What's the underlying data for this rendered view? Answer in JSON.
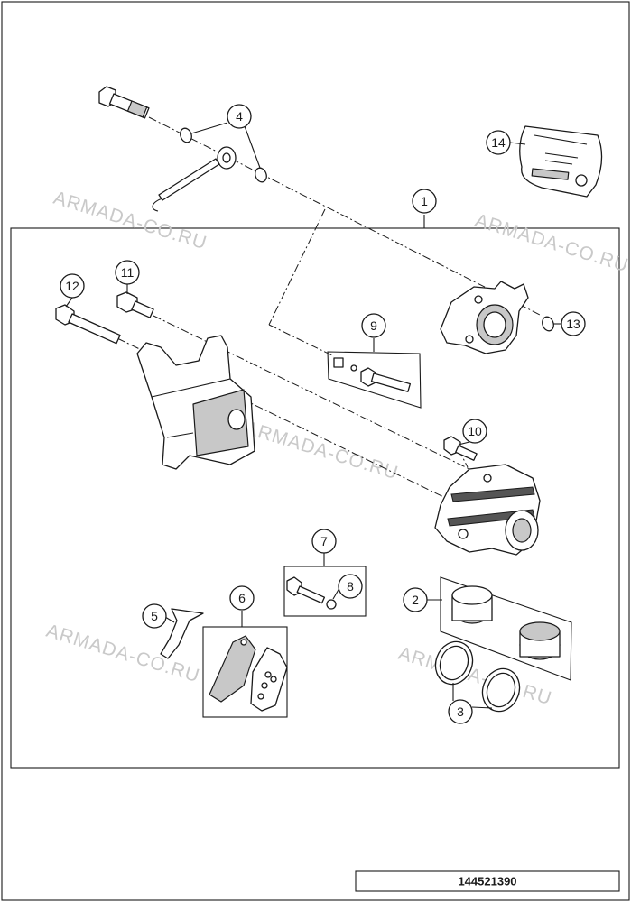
{
  "diagram": {
    "reference_number": "144521390",
    "watermark_text": "ARMADA-CO.RU",
    "callouts": [
      "1",
      "2",
      "3",
      "4",
      "5",
      "6",
      "7",
      "8",
      "9",
      "10",
      "11",
      "12",
      "13",
      "14"
    ]
  }
}
